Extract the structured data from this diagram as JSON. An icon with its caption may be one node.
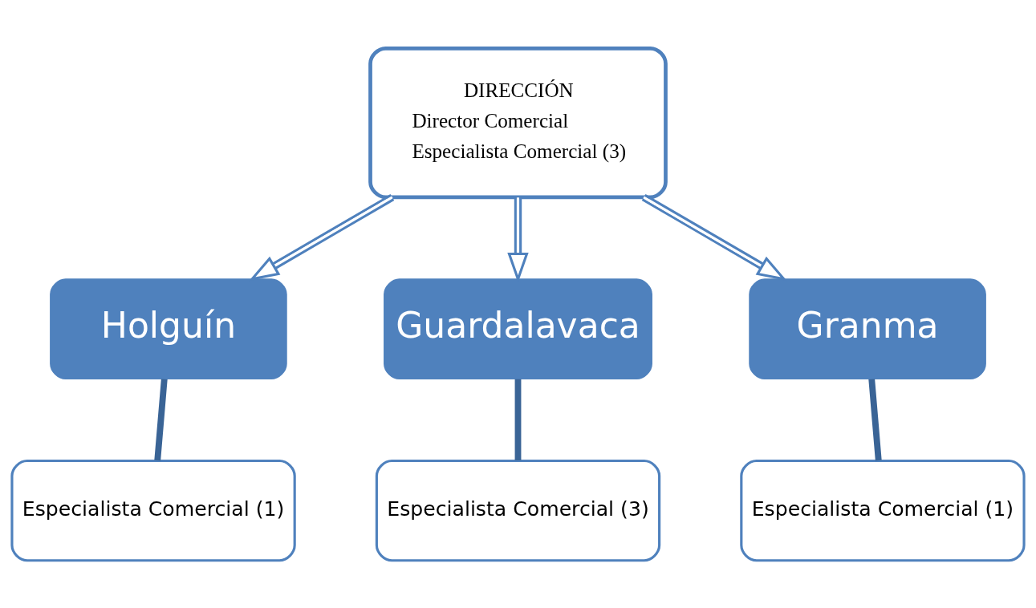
{
  "diagram": {
    "nodes": [
      {
        "text": [
          "DIRECCIÓN",
          "Director Comercial",
          "Especialista Comercial (3)"
        ]
      },
      {
        "text": [
          "Holguín"
        ]
      },
      {
        "text": [
          "Especialista Comercial (1)"
        ]
      },
      {
        "text": [
          "Guardalavaca"
        ]
      },
      {
        "text": [
          "Especialista Comercial (3)"
        ]
      },
      {
        "text": [
          "Granma"
        ]
      },
      {
        "text": [
          "Especialista Comercial (1)"
        ]
      }
    ],
    "edges": [
      {
        "from": 0,
        "to": 1,
        "arrow": "to"
      },
      {
        "from": 0,
        "to": 3,
        "arrow": "to"
      },
      {
        "from": 0,
        "to": 5,
        "arrow": "to"
      },
      {
        "from": 1,
        "to": 2,
        "arrow": "none",
        "style": "thick"
      },
      {
        "from": 3,
        "to": 4,
        "arrow": "none",
        "style": "thick"
      },
      {
        "from": 5,
        "to": 6,
        "arrow": "none",
        "style": "thick"
      }
    ]
  }
}
